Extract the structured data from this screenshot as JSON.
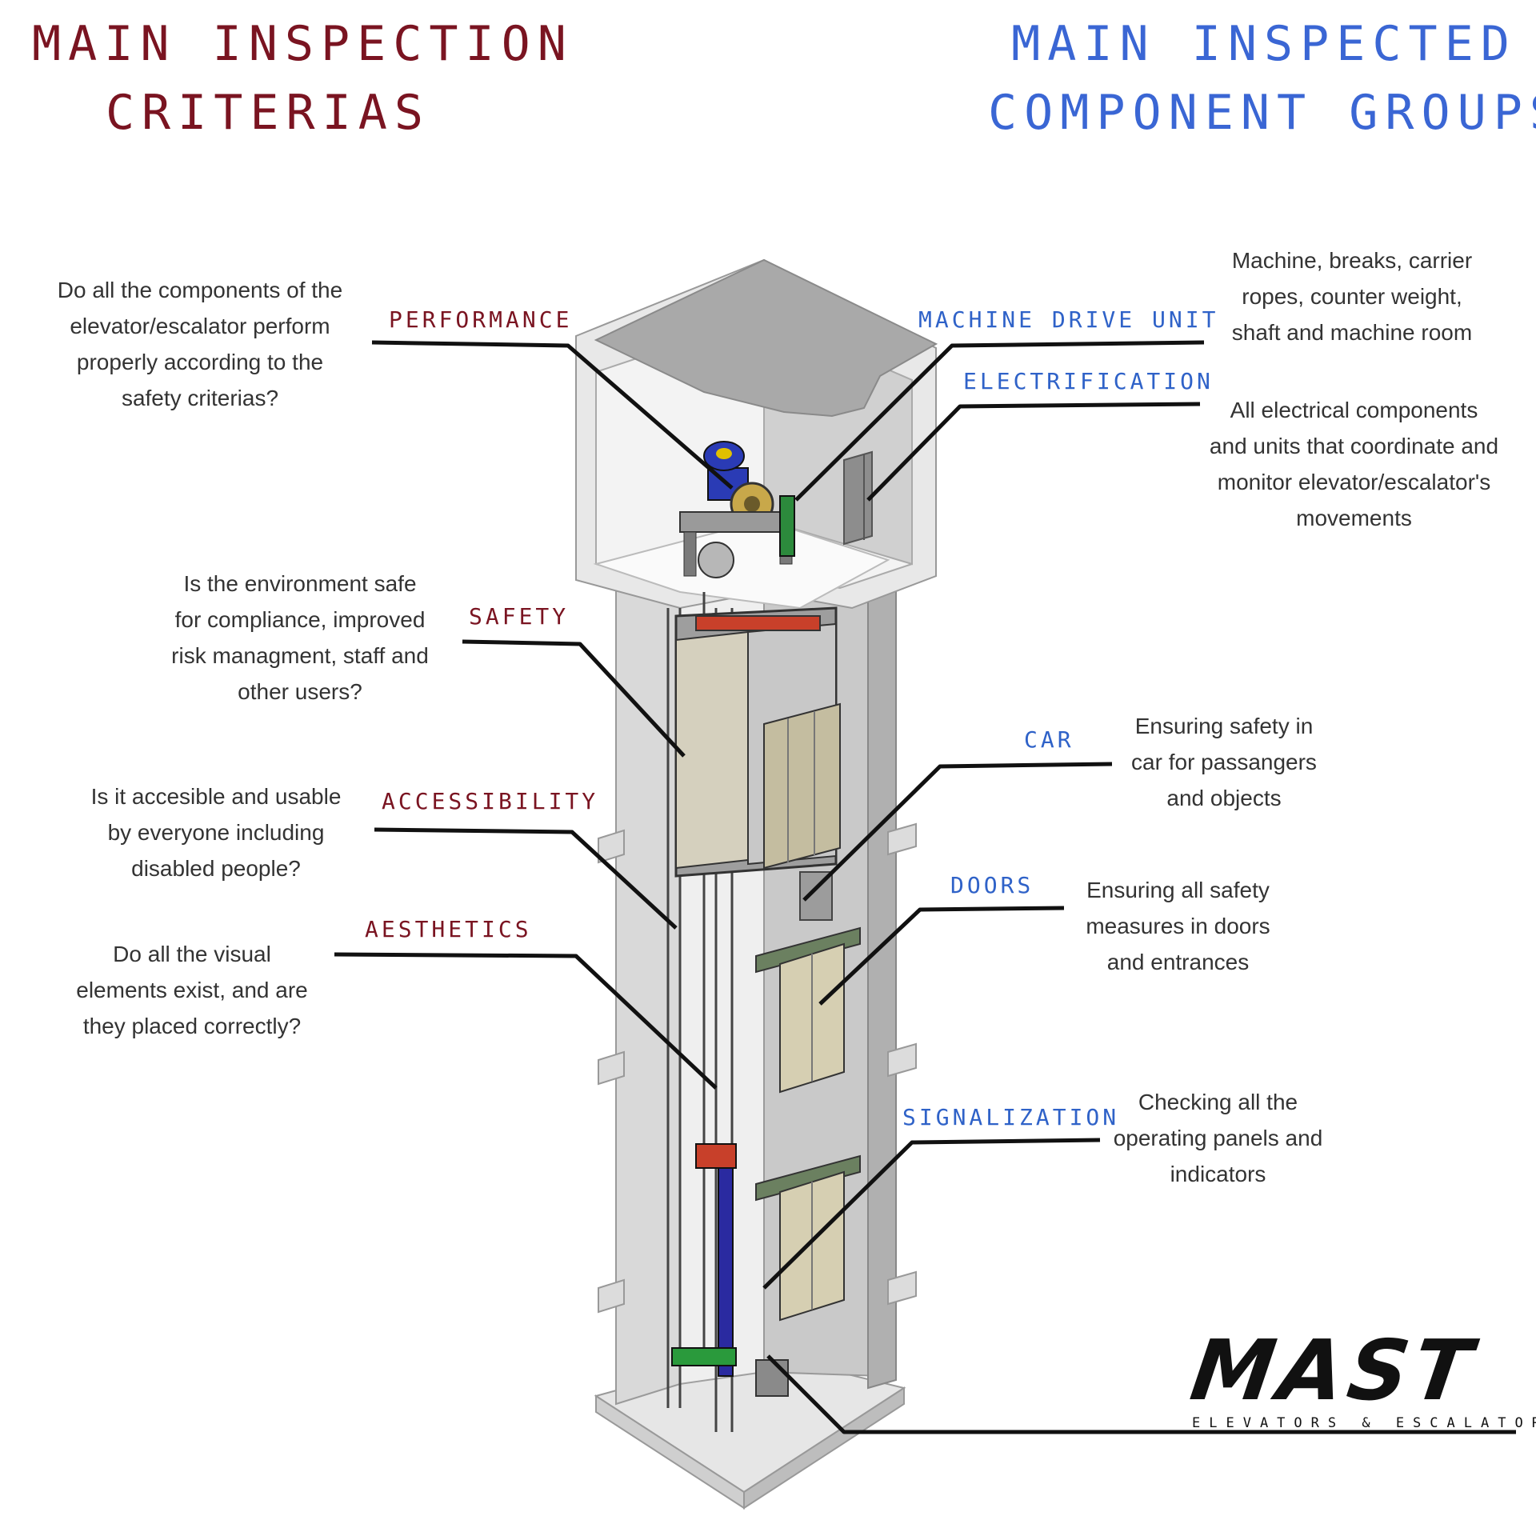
{
  "header": {
    "left_line1": "MAIN INSPECTION",
    "left_line2": "CRITERIAS",
    "right_line1": "MAIN INSPECTED",
    "right_line2": "COMPONENT GROUPS"
  },
  "criteria": [
    {
      "label": "PERFORMANCE",
      "description": [
        "Do all the components of the",
        "elevator/escalator perform",
        "properly according to the",
        "safety criterias?"
      ]
    },
    {
      "label": "SAFETY",
      "description": [
        "Is the environment safe",
        "for compliance, improved",
        "risk managment, staff and",
        "other users?"
      ]
    },
    {
      "label": "ACCESSIBILITY",
      "description": [
        "Is it accesible and usable",
        "by everyone including",
        "disabled people?"
      ]
    },
    {
      "label": "AESTHETICS",
      "description": [
        "Do all the visual",
        "elements exist, and are",
        "they placed correctly?"
      ]
    }
  ],
  "components": [
    {
      "label": "MACHINE DRIVE UNIT",
      "description": [
        "Machine, breaks, carrier",
        "ropes, counter weight,",
        "shaft and machine room"
      ]
    },
    {
      "label": "ELECTRIFICATION",
      "description": [
        "All electrical components",
        "and units that coordinate and",
        "monitor elevator/escalator's",
        "movements"
      ]
    },
    {
      "label": "CAR",
      "description": [
        "Ensuring safety in",
        "car for passangers",
        "and objects"
      ]
    },
    {
      "label": "DOORS",
      "description": [
        "Ensuring all safety",
        "measures in doors",
        "and entrances"
      ]
    },
    {
      "label": "SIGNALIZATION",
      "description": [
        "Checking  all the",
        "operating panels and",
        "indicators"
      ]
    }
  ],
  "logo": {
    "word": "MAST",
    "tagline": "ELEVATORS & ESCALATORS"
  },
  "colors": {
    "criteria": "#7a1421",
    "components": "#2f62c8",
    "leader": "#111111"
  }
}
